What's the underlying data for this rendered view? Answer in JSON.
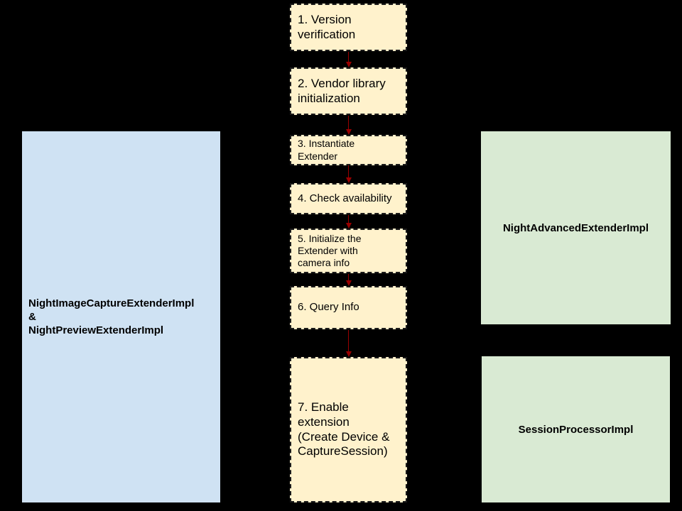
{
  "diagram": {
    "background": "#000000",
    "colors": {
      "step_fill": "#fff2cc",
      "step_border": "#1a1a1a",
      "arrow": "#990000",
      "left_box_fill": "#cfe2f3",
      "right_box_fill": "#d9ead3",
      "text": "#000000"
    },
    "flow": {
      "steps": [
        {
          "label": "1. Version\nverification"
        },
        {
          "label": "2. Vendor library\ninitialization"
        },
        {
          "label": "3. Instantiate\nExtender"
        },
        {
          "label": "4. Check availability"
        },
        {
          "label": "5. Initialize the\nExtender with\ncamera info"
        },
        {
          "label": "6. Query Info"
        },
        {
          "label": "7. Enable\nextension\n(Create Device &\nCaptureSession)"
        }
      ],
      "arrow_count": 6
    },
    "left_box": {
      "label": "NightImageCaptureExtenderImpl\n&\nNightPreviewExtenderImpl"
    },
    "right_boxes": [
      {
        "label": "NightAdvancedExtenderImpl"
      },
      {
        "label": "SessionProcessorImpl"
      }
    ]
  }
}
